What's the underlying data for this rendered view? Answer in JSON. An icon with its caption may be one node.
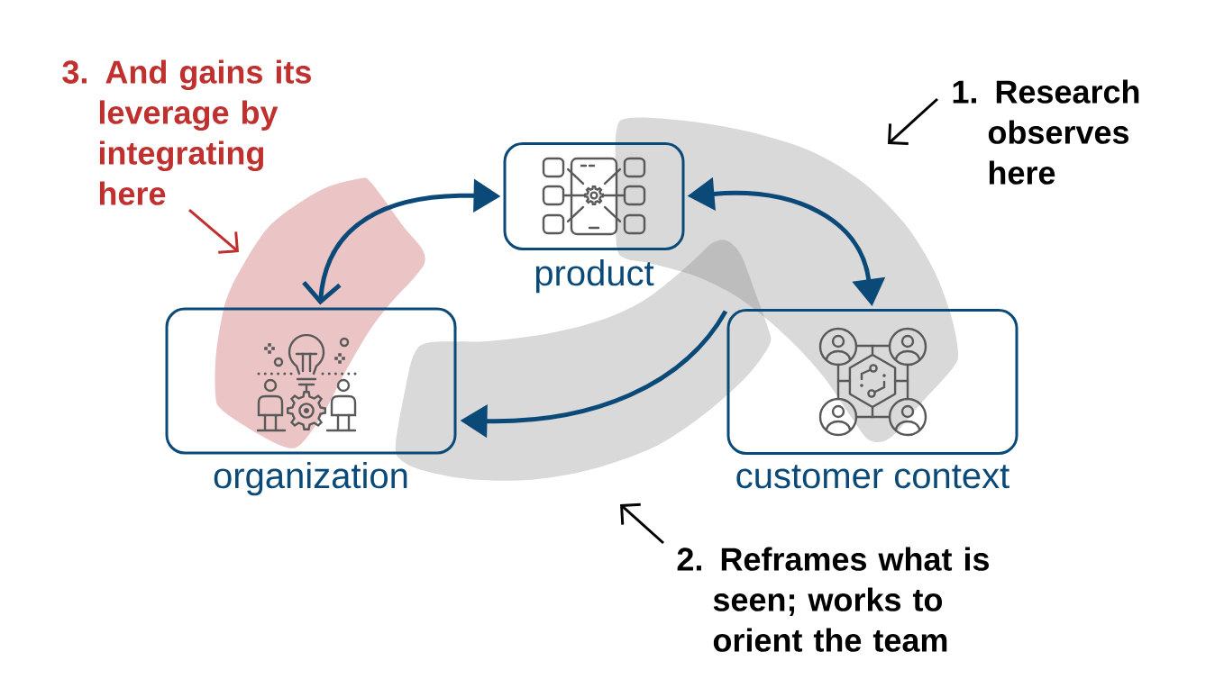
{
  "diagram": {
    "nodes": [
      {
        "text": [
          "3. And gains its leverage by integrating here"
        ]
      },
      {
        "text": [
          "1. Research observes here"
        ]
      },
      {
        "text": [
          "product"
        ]
      },
      {
        "text": [
          "organization"
        ]
      },
      {
        "text": [
          "customer context"
        ]
      },
      {
        "text": [
          "2. Reframes what is seen; works to orient the team"
        ]
      }
    ],
    "edges": [
      {
        "from": 3,
        "to": 2,
        "arrow": "both"
      },
      {
        "from": 2,
        "to": 4,
        "arrow": "both"
      },
      {
        "from": 4,
        "to": 3,
        "arrow": "to"
      },
      {
        "from": 0,
        "to": null,
        "arrow": "to",
        "color": "#c0302e"
      },
      {
        "from": 1,
        "to": null,
        "arrow": "to",
        "color": "#000000"
      },
      {
        "from": 5,
        "to": null,
        "arrow": "to",
        "color": "#000000"
      }
    ]
  }
}
